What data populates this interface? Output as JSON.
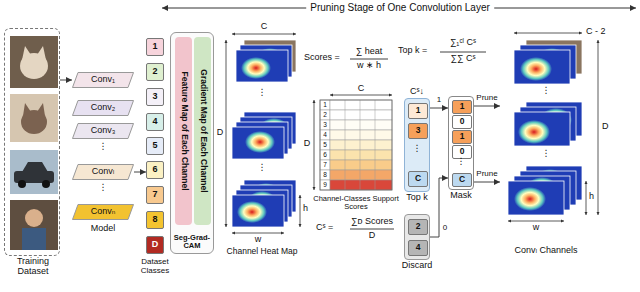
{
  "diagram": {
    "title": "Pruning Stage of One Convolution Layer",
    "nodes": [
      {
        "text": [
          "Training Dataset"
        ]
      },
      {
        "text": [
          "Conv₁"
        ]
      },
      {
        "text": [
          "Conv₂"
        ]
      },
      {
        "text": [
          "Conv₃"
        ]
      },
      {
        "text": [
          "Convₗ"
        ]
      },
      {
        "text": [
          "Convₙ"
        ]
      },
      {
        "text": [
          "1"
        ]
      },
      {
        "text": [
          "2"
        ]
      },
      {
        "text": [
          "3"
        ]
      },
      {
        "text": [
          "4"
        ]
      },
      {
        "text": [
          "5"
        ]
      },
      {
        "text": [
          "6"
        ]
      },
      {
        "text": [
          "7"
        ]
      },
      {
        "text": [
          "8"
        ]
      },
      {
        "text": [
          "D"
        ]
      },
      {
        "text": [
          "Seg-Grad-CAM"
        ]
      },
      {
        "text": [
          "Feature Map of Each Channel"
        ],
        "in": 15
      },
      {
        "text": [
          "Gradient Map of Each Channel"
        ],
        "in": 15
      },
      {
        "text": [
          "Cˢ↓",
          "Top k"
        ]
      },
      {
        "text": [
          "1"
        ],
        "in": 18
      },
      {
        "text": [
          "3"
        ],
        "in": 18
      },
      {
        "text": [
          "C"
        ],
        "in": 18
      },
      {
        "text": [
          "Discard"
        ]
      },
      {
        "text": [
          "2"
        ],
        "in": 22
      },
      {
        "text": [
          "4"
        ],
        "in": 22
      },
      {
        "text": [
          "Mask"
        ]
      },
      {
        "text": [
          "1"
        ],
        "in": 25
      },
      {
        "text": [
          "0"
        ],
        "in": 25
      },
      {
        "text": [
          "1"
        ],
        "in": 25
      },
      {
        "text": [
          "0"
        ],
        "in": 25
      },
      {
        "text": [
          "C"
        ],
        "in": 25
      },
      {
        "text": [
          "Convₗ Channels"
        ]
      }
    ],
    "edges": [
      {
        "from": 0,
        "to": 1,
        "arrow": "to"
      },
      {
        "from": 4,
        "to": 11,
        "arrow": "to"
      },
      {
        "from": 18,
        "to": 25,
        "label": "1",
        "arrow": "to"
      },
      {
        "from": 22,
        "to": 25,
        "label": "0",
        "arrow": "to"
      },
      {
        "from": 25,
        "to": 31,
        "label": "Prune",
        "arrow": "to"
      },
      {
        "from": 25,
        "to": 31,
        "label": "Prune",
        "arrow": "to"
      }
    ],
    "labels": [
      "Model",
      "⋮",
      "⋮",
      "Dataset Classes",
      "C",
      "D",
      "h",
      "w",
      "Channel Heat Map",
      "Scores =",
      "∑ heat",
      "w ∗ h",
      "C",
      "D",
      "1",
      "2",
      "3",
      "4",
      "5",
      "6",
      "7",
      "8",
      "9",
      "Channel-Classes Support Scores",
      "Cˢ =",
      "∑ᴅ Scores",
      "D",
      "Top k =",
      "∑₁ᶜˡ Cˢ",
      "∑∑ Cˢ",
      "⋮",
      "⋮",
      "C - 2",
      "D",
      "h",
      "w",
      "⋮",
      "⋮",
      "⋮",
      "⋮"
    ]
  }
}
